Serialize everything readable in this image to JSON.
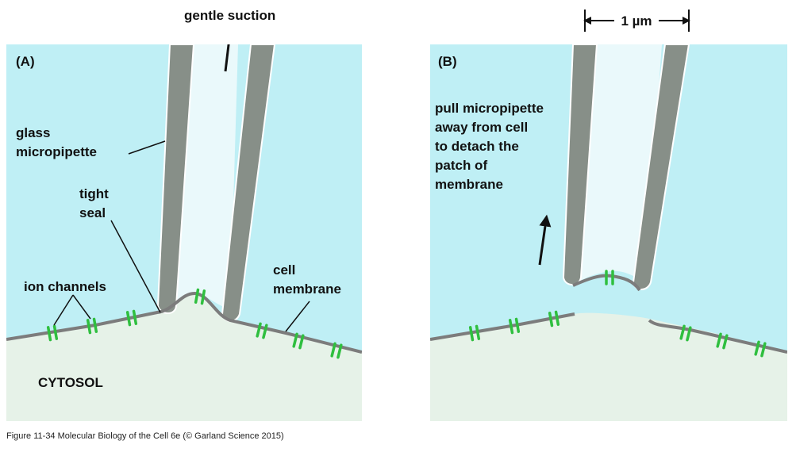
{
  "colors": {
    "extracellular": "#bfeff5",
    "cytosol": "#e6f2e8",
    "pipette_glass": "#878f88",
    "pipette_lumen": "#eaf9fb",
    "membrane": "#7c7c7c",
    "channel": "#2fbf3f",
    "text": "#111111"
  },
  "panel_a": {
    "label": "(A)",
    "suction_label": "gentle suction",
    "pipette_label": [
      "glass",
      "micropipette"
    ],
    "seal_label": [
      "tight",
      "seal"
    ],
    "channels_label": "ion channels",
    "membrane_label": [
      "cell",
      "membrane"
    ],
    "cytosol_label": "CYTOSOL"
  },
  "panel_b": {
    "label": "(B)",
    "scale_label": "1 µm",
    "instruction": [
      "pull micropipette",
      "away from cell",
      "to detach the",
      "patch of",
      "membrane"
    ]
  },
  "caption": "Figure 11-34  Molecular Biology of the Cell 6e (© Garland Science 2015)"
}
